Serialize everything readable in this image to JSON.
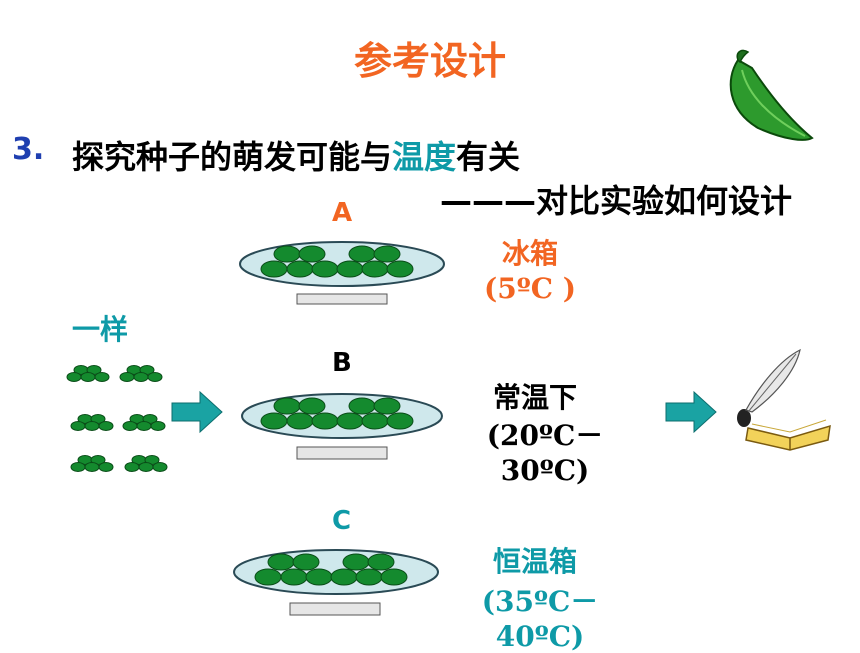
{
  "title": "参考设计",
  "question": {
    "number": "3.",
    "text_before": "探究种子的萌发可能与",
    "highlight": "温度",
    "text_after": "有关"
  },
  "subtitle": "———对比实验如何设计",
  "same_label": "一样",
  "colors": {
    "title": "#f26522",
    "number": "#1f3fb0",
    "teal": "#0e9aa7",
    "dish_fill": "#cfe8ec",
    "seed": "#148a2e",
    "arrow": "#1aa3a3"
  },
  "groups": [
    {
      "letter": "A",
      "condition": "冰箱",
      "temperature": "(5ºC )"
    },
    {
      "letter": "B",
      "condition": "常温下",
      "temperature": "(20ºC－30ºC)"
    },
    {
      "letter": "C",
      "condition": "恒温箱",
      "temperature": "(35ºC－40ºC)"
    }
  ],
  "icons": [
    "pea-pod-icon",
    "quill-book-icon",
    "arrow-right-icon"
  ]
}
